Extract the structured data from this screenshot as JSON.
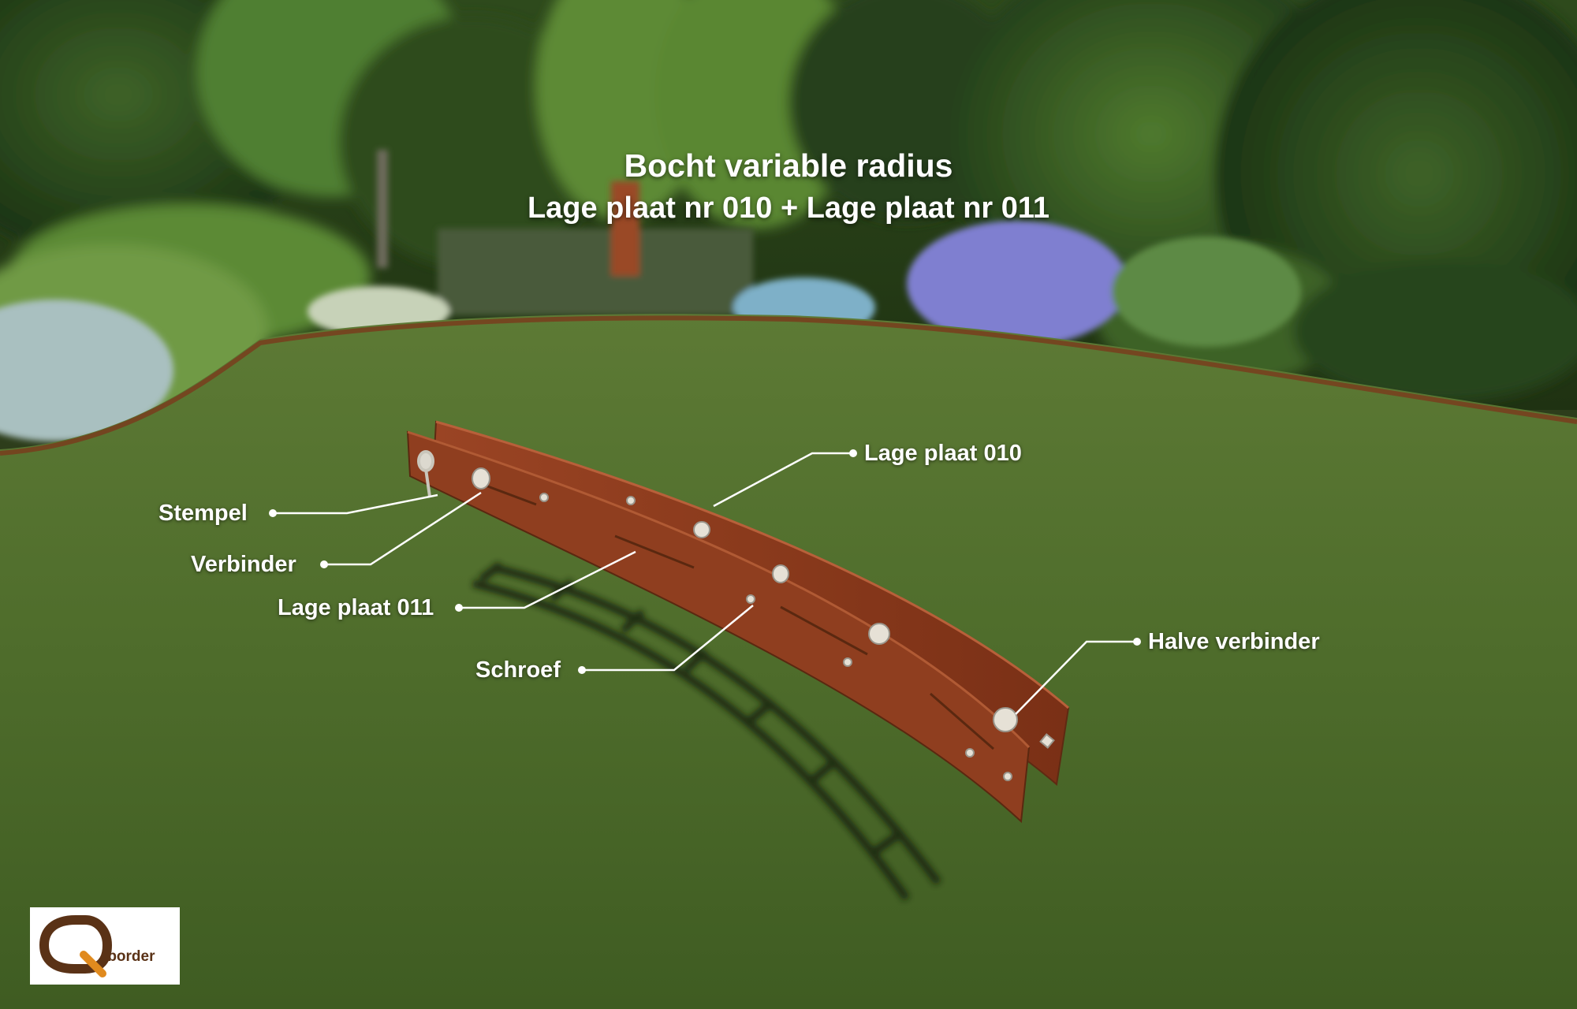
{
  "title": {
    "line1": "Bocht variable radius",
    "line2": "Lage plaat nr 010 + Lage plaat nr 011"
  },
  "labels": {
    "lage_plaat_010": "Lage plaat 010",
    "stempel": "Stempel",
    "verbinder": "Verbinder",
    "lage_plaat_011": "Lage plaat 011",
    "schroef": "Schroef",
    "halve_verbinder": "Halve verbinder"
  },
  "logo": {
    "text": "-border"
  },
  "colors": {
    "corten": "#8a3a1c",
    "lawn": "#4a6a2a",
    "label": "#ffffff",
    "logo_brown": "#5a3216",
    "logo_orange": "#e08a1e"
  }
}
